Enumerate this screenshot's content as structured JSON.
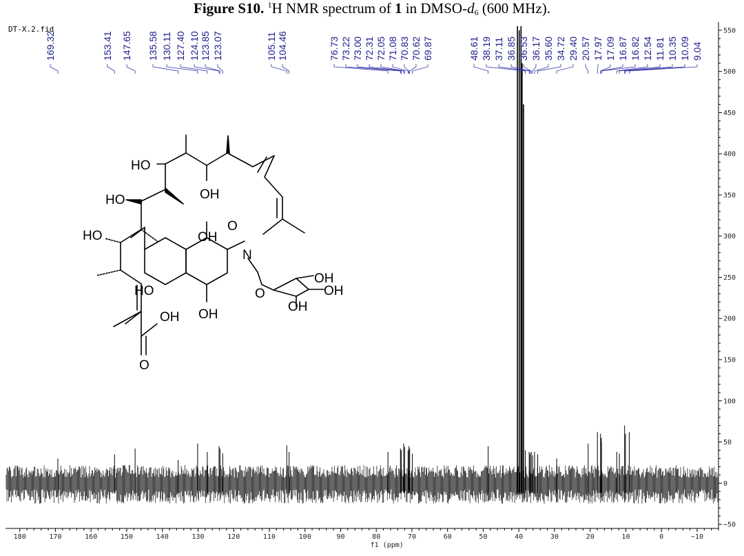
{
  "caption": {
    "figure_label": "Figure S10.",
    "text_before_super": " ",
    "superscript": "1",
    "text_after_super": "H NMR spectrum of ",
    "compound": "1",
    "text_in": " in DMSO-",
    "solvent_italic": "d",
    "solvent_sub": "6",
    "text_end": " (600 MHz)."
  },
  "file_label": "DT-X.2.fid",
  "molecule_labels": {
    "ho1": "HO",
    "oh_mid": "OH",
    "ho2": "HO",
    "ho3": "HO",
    "o_amide": "O",
    "oh_naph": "OH",
    "n": "N",
    "ho_ring": "HO",
    "o_ring": "O",
    "oh_r1": "OH",
    "oh_r2": "OH",
    "oh_r3": "OH",
    "oh_bottom": "OH",
    "oh_acid": "OH",
    "o_acid": "O"
  },
  "chart_data": {
    "type": "line",
    "title": "",
    "xlabel": "f1 (ppm)",
    "ylabel": "",
    "xlim": [
      184,
      -16
    ],
    "ylim": [
      -55,
      560
    ],
    "x_ticks": [
      180,
      170,
      160,
      150,
      140,
      130,
      120,
      110,
      100,
      90,
      80,
      70,
      60,
      50,
      40,
      30,
      20,
      10,
      0,
      -10
    ],
    "x_tick_labels": [
      "180",
      "170",
      "160",
      "150",
      "140",
      "130",
      "120",
      "110",
      "100",
      "90",
      "80",
      "70",
      "60",
      "50",
      "40",
      "30",
      "20",
      "10",
      "0",
      "−10"
    ],
    "y_ticks": [
      550,
      500,
      450,
      400,
      350,
      300,
      250,
      200,
      150,
      100,
      50,
      0,
      -50
    ],
    "y_tick_labels": [
      "550",
      "500",
      "450",
      "400",
      "350",
      "300",
      "250",
      "200",
      "150",
      "100",
      "50",
      "0",
      "−50"
    ],
    "grid": false,
    "noise_band": [
      -25,
      22
    ],
    "peak_labels": [
      "169.32",
      "153.41",
      "147.65",
      "135.58",
      "130.11",
      "127.40",
      "124.10",
      "123.85",
      "123.07",
      "105.11",
      "104.46",
      "76.73",
      "73.22",
      "73.00",
      "72.31",
      "72.05",
      "71.08",
      "70.83",
      "70.62",
      "69.87",
      "48.61",
      "38.19",
      "37.11",
      "36.85",
      "36.53",
      "36.17",
      "35.60",
      "34.72",
      "29.40",
      "20.57",
      "17.97",
      "17.09",
      "16.87",
      "16.82",
      "12.54",
      "11.81",
      "10.35",
      "10.09",
      "9.04"
    ],
    "peaks": [
      {
        "ppm": 169.32,
        "height": 30
      },
      {
        "ppm": 153.41,
        "height": 35
      },
      {
        "ppm": 147.65,
        "height": 42
      },
      {
        "ppm": 135.58,
        "height": 28
      },
      {
        "ppm": 130.11,
        "height": 48
      },
      {
        "ppm": 127.4,
        "height": 38
      },
      {
        "ppm": 124.1,
        "height": 45
      },
      {
        "ppm": 123.85,
        "height": 42
      },
      {
        "ppm": 123.07,
        "height": 36
      },
      {
        "ppm": 105.11,
        "height": 46
      },
      {
        "ppm": 104.46,
        "height": 38
      },
      {
        "ppm": 76.73,
        "height": 38
      },
      {
        "ppm": 73.22,
        "height": 42
      },
      {
        "ppm": 73.0,
        "height": 40
      },
      {
        "ppm": 72.31,
        "height": 48
      },
      {
        "ppm": 72.05,
        "height": 44
      },
      {
        "ppm": 71.08,
        "height": 40
      },
      {
        "ppm": 70.83,
        "height": 45
      },
      {
        "ppm": 70.62,
        "height": 42
      },
      {
        "ppm": 69.87,
        "height": 36
      },
      {
        "ppm": 48.61,
        "height": 45
      },
      {
        "ppm": 40.4,
        "height": 555
      },
      {
        "ppm": 39.9,
        "height": 550
      },
      {
        "ppm": 39.4,
        "height": 555
      },
      {
        "ppm": 39.1,
        "height": 510
      },
      {
        "ppm": 38.7,
        "height": 460
      },
      {
        "ppm": 38.19,
        "height": 40
      },
      {
        "ppm": 37.11,
        "height": 38
      },
      {
        "ppm": 36.85,
        "height": 36
      },
      {
        "ppm": 36.53,
        "height": 38
      },
      {
        "ppm": 36.17,
        "height": 34
      },
      {
        "ppm": 35.6,
        "height": 38
      },
      {
        "ppm": 34.72,
        "height": 35
      },
      {
        "ppm": 29.4,
        "height": 30
      },
      {
        "ppm": 20.57,
        "height": 48
      },
      {
        "ppm": 17.97,
        "height": 62
      },
      {
        "ppm": 17.09,
        "height": 60
      },
      {
        "ppm": 16.87,
        "height": 55
      },
      {
        "ppm": 16.82,
        "height": 50
      },
      {
        "ppm": 12.54,
        "height": 38
      },
      {
        "ppm": 11.81,
        "height": 36
      },
      {
        "ppm": 10.35,
        "height": 70
      },
      {
        "ppm": 10.09,
        "height": 60
      },
      {
        "ppm": 9.04,
        "height": 62
      }
    ],
    "colors": {
      "spectrum": "#000000",
      "peak_label": "#1a1a8c",
      "peak_tick": "#3333aa"
    }
  }
}
